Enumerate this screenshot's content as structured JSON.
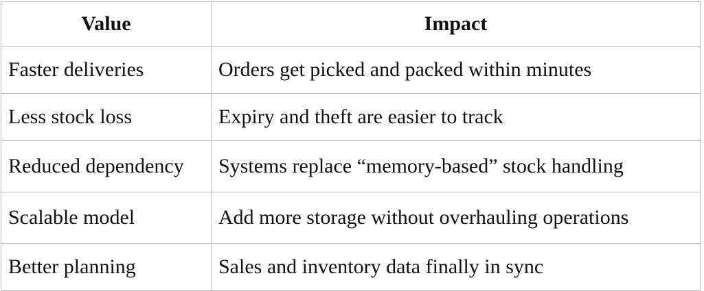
{
  "table": {
    "headers": {
      "value": "Value",
      "impact": "Impact"
    },
    "rows": [
      {
        "value": "Faster deliveries",
        "impact": "Orders get picked and packed within minutes"
      },
      {
        "value": "Less stock loss",
        "impact": "Expiry and theft are easier to track"
      },
      {
        "value": "Reduced dependency",
        "impact": "Systems replace “memory-based” stock handling"
      },
      {
        "value": "Scalable model",
        "impact": "Add more storage without overhauling operations"
      },
      {
        "value": "Better planning",
        "impact": "Sales and inventory data finally in sync"
      }
    ]
  }
}
